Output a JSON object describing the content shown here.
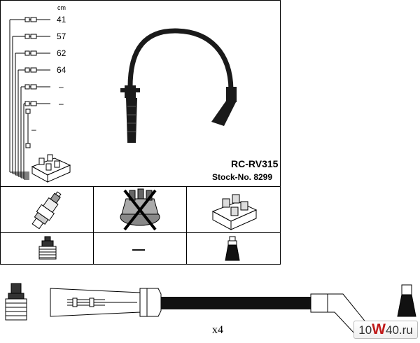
{
  "part": {
    "model": "RC-RV315",
    "stock_number": "Stock-No. 8299"
  },
  "lengths": {
    "unit": "cm",
    "values": [
      "41",
      "57",
      "62",
      "64",
      "–",
      "–"
    ],
    "extra_dash": "–"
  },
  "components": {
    "no_rotor_label": "—"
  },
  "bottom": {
    "quantity": "x4"
  },
  "watermark": {
    "prefix": "10",
    "big": "W",
    "suffix": "40.ru"
  },
  "colors": {
    "line": "#000000",
    "cable": "#1a1a1a",
    "watermark_accent": "#c01a1a"
  },
  "icons": [
    "spark-plug-icon",
    "distributor-cap-icon",
    "ignition-coil-icon",
    "plug-boot-icon",
    "coil-boot-icon",
    "ignition-cable-icon"
  ]
}
